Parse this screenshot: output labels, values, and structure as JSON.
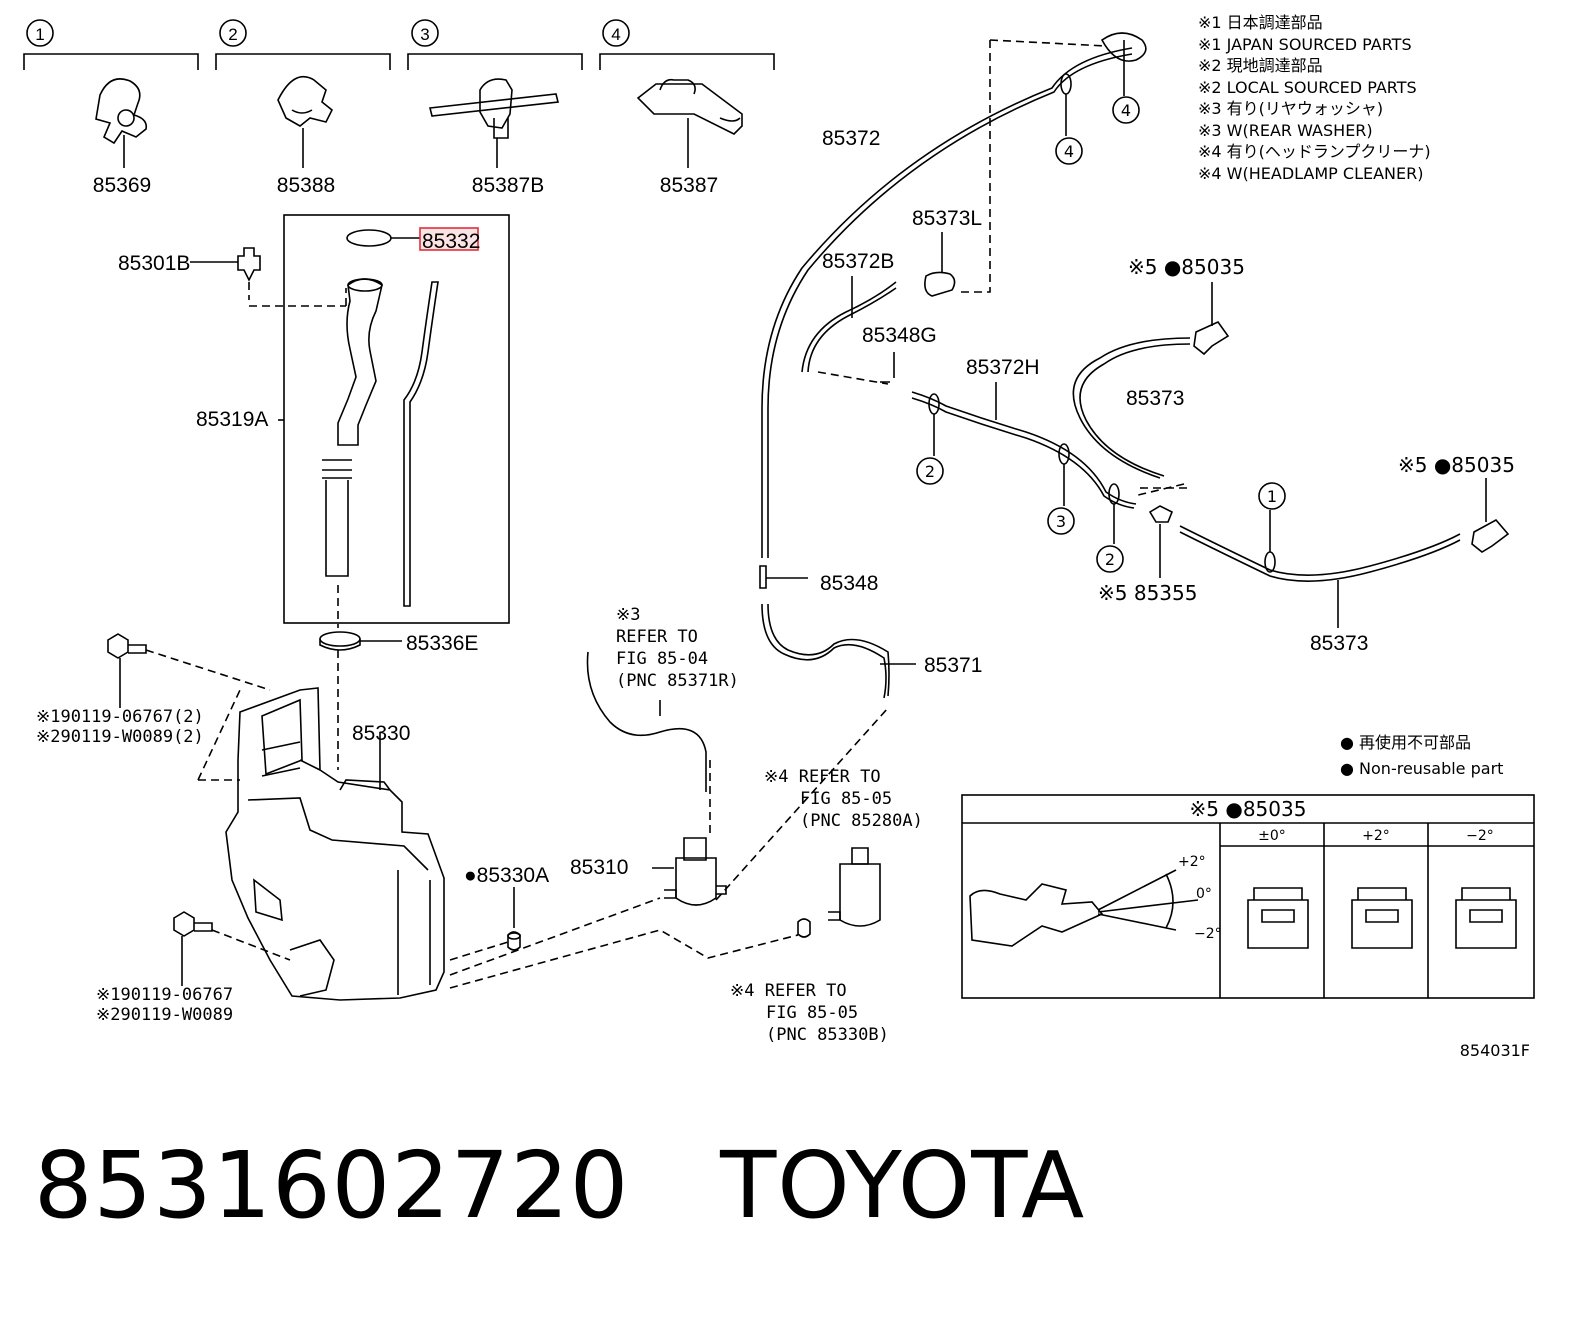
{
  "callout_numbers": [
    "1",
    "2",
    "3",
    "4"
  ],
  "top_parts": [
    "85369",
    "85388",
    "85387B",
    "85387"
  ],
  "legend_notes": [
    "※1 日本調達部品",
    "※1 JAPAN SOURCED PARTS",
    "※2 現地調達部品",
    "※2 LOCAL SOURCED PARTS",
    "※3 有り(リヤウォッシャ)",
    "※3 W(REAR WASHER)",
    "※4 有り(ヘッドランプクリーナ)",
    "※4 W(HEADLAMP CLEANER)"
  ],
  "part_labels": {
    "p85332": "85332",
    "p85301B": "85301B",
    "p85319A": "85319A",
    "p85336E": "85336E",
    "p85330": "85330",
    "p85330A": "●85330A",
    "p85310": "85310",
    "p85372": "85372",
    "p85373L": "85373L",
    "p85372B": "85372B",
    "p85348G": "85348G",
    "p85372H": "85372H",
    "p85373a": "85373",
    "p85373b": "85373",
    "p85035a": "※5 ●85035",
    "p85035b": "※5 ●85035",
    "p85355": "※5 85355",
    "p85348": "85348",
    "p85371": "85371"
  },
  "bolt_labels": {
    "upper_1": "※190119-06767(2)",
    "upper_2": "※290119-W0089(2)",
    "lower_1": "※190119-06767",
    "lower_2": "※290119-W0089"
  },
  "refer_notes": {
    "rear": [
      "※3",
      "REFER TO",
      "FIG 85-04",
      "(PNC 85371R)"
    ],
    "head_upper": [
      "※4 REFER TO",
      "FIG 85-05",
      "(PNC 85280A)"
    ],
    "head_lower": [
      "※4 REFER TO",
      "FIG 85-05",
      "(PNC 85330B)"
    ]
  },
  "non_reusable": {
    "jp": "● 再使用不可部品",
    "en": "● Non-reusable part"
  },
  "nozzle_table": {
    "title": "※5 ●85035",
    "columns": [
      "±0°",
      "+2°",
      "−2°"
    ],
    "angles": [
      "+2°",
      "0°",
      "−2°"
    ]
  },
  "figure_code": "854031F",
  "footer": {
    "part_number": "8531602720",
    "brand": "TOYOTA"
  },
  "colors": {
    "highlight": "#e0303a",
    "highlight_fill": "#fbe3e4",
    "ink": "#000000"
  }
}
